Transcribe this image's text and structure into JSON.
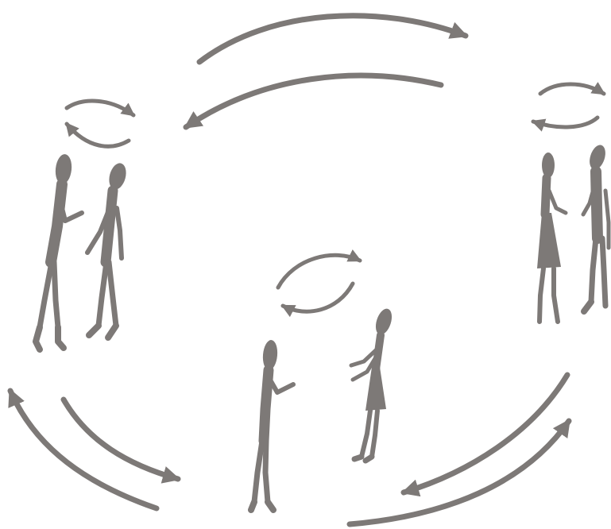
{
  "diagram": {
    "type": "illustration",
    "colors": {
      "ink": "#7d7977",
      "background": "#ffffff"
    },
    "groups": [
      {
        "position": "left",
        "figures": 2,
        "exchange_icon": "circular-exchange-arrows"
      },
      {
        "position": "right",
        "figures": 2,
        "exchange_icon": "circular-exchange-arrows"
      },
      {
        "position": "bottom-center",
        "figures": 2,
        "exchange_icon": "circular-exchange-arrows"
      }
    ],
    "connectors": [
      {
        "between": [
          "left",
          "right"
        ],
        "style": "double-arc-arrows"
      },
      {
        "between": [
          "left",
          "bottom-center"
        ],
        "style": "double-arc-arrows"
      },
      {
        "between": [
          "right",
          "bottom-center"
        ],
        "style": "double-arc-arrows"
      }
    ]
  }
}
